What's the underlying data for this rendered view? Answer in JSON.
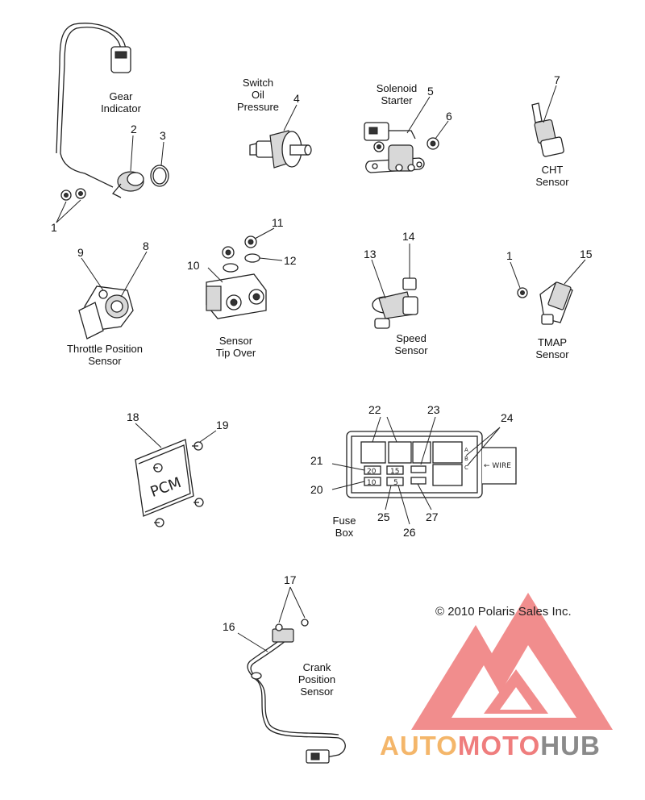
{
  "labels": {
    "gear_indicator": [
      "Gear",
      "Indicator"
    ],
    "switch_oil_pressure": [
      "Switch",
      "Oil",
      "Pressure"
    ],
    "solenoid_starter": [
      "Solenoid",
      "Starter"
    ],
    "cht_sensor": [
      "CHT",
      "Sensor"
    ],
    "throttle_position_sensor": [
      "Throttle Position",
      "Sensor"
    ],
    "sensor_tip_over": [
      "Sensor",
      "Tip Over"
    ],
    "speed_sensor": [
      "Speed",
      "Sensor"
    ],
    "tmap_sensor": [
      "TMAP",
      "Sensor"
    ],
    "fuse_box": [
      "Fuse",
      "Box"
    ],
    "crank_position_sensor": [
      "Crank",
      "Position",
      "Sensor"
    ]
  },
  "callouts": {
    "n1a": "1",
    "n2": "2",
    "n3": "3",
    "n4": "4",
    "n5": "5",
    "n6": "6",
    "n7": "7",
    "n8": "8",
    "n9": "9",
    "n10": "10",
    "n11": "11",
    "n12": "12",
    "n13": "13",
    "n14": "14",
    "n1b": "1",
    "n15": "15",
    "n18": "18",
    "n19": "19",
    "n22": "22",
    "n23": "23",
    "n24": "24",
    "n21": "21",
    "n20": "20",
    "n25": "25",
    "n26": "26",
    "n27": "27",
    "n16": "16",
    "n17": "17"
  },
  "part_text": {
    "pcm": "PCM",
    "fuse_20": "20",
    "fuse_10": "10",
    "fuse_15": "15",
    "fuse_5": "5",
    "wire": "WIRE",
    "fuse_a": "A",
    "fuse_b": "B",
    "fuse_c": "C"
  },
  "copyright": "© 2010 Polaris Sales Inc.",
  "watermark": {
    "part1": "AUTO",
    "part2": "MOTO",
    "part3": "HUB"
  },
  "colors": {
    "line": "#222222",
    "watermark_red": "#ef6f6f",
    "watermark_orange": "#f4b66a",
    "watermark_gray": "#8a8a8a"
  }
}
